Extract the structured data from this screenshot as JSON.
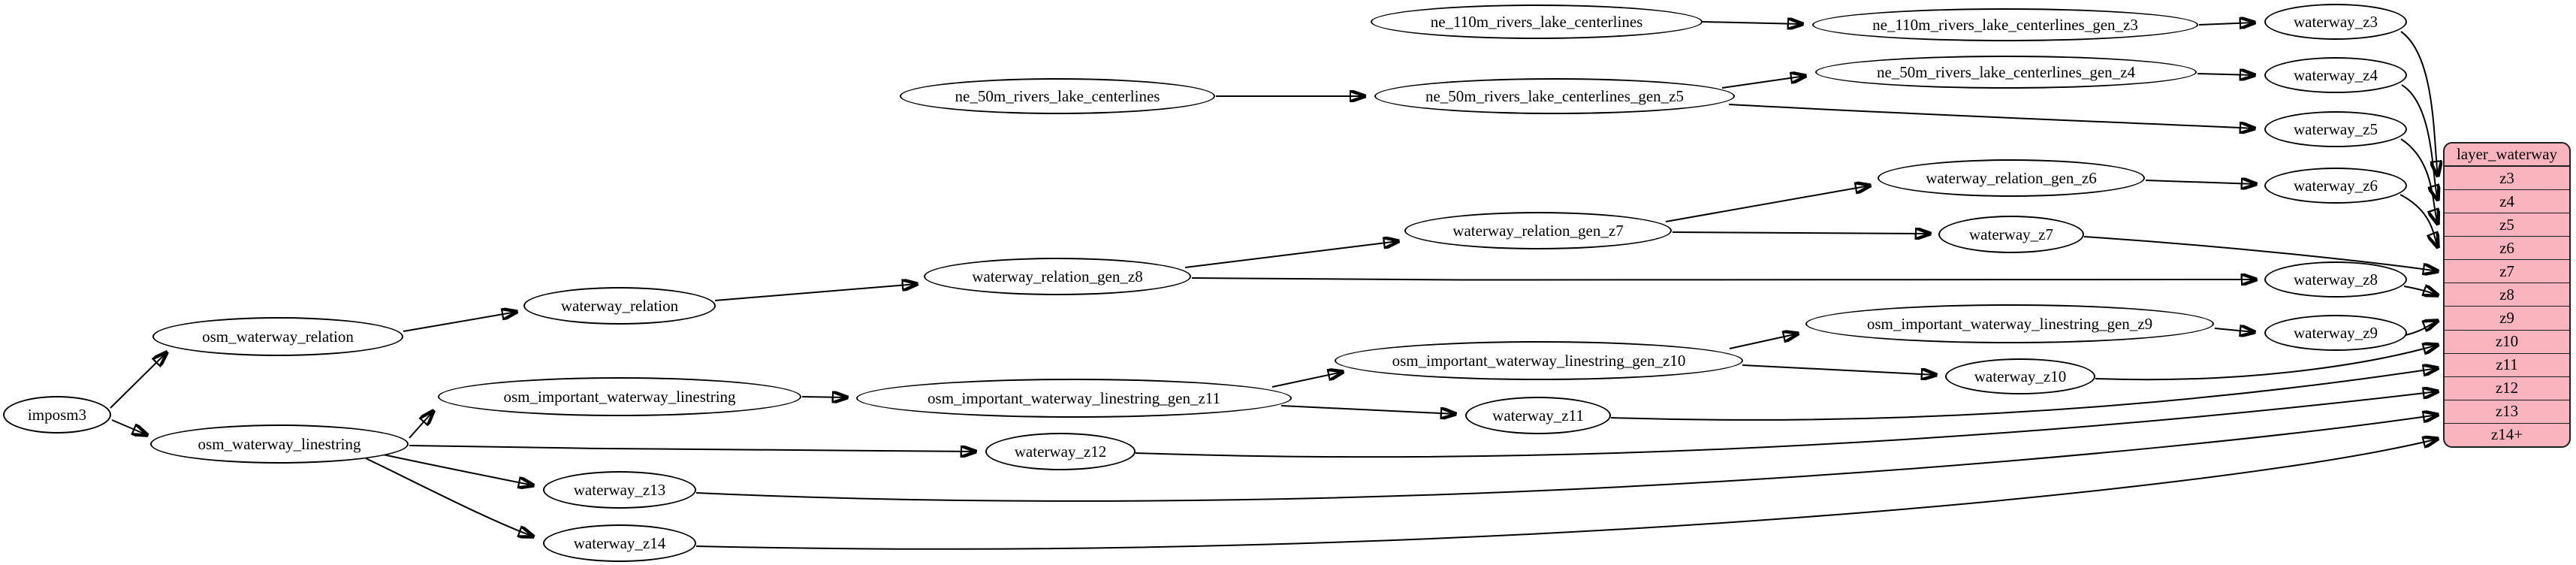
{
  "diagram": {
    "kind": "graphviz-dependency-graph",
    "description": "ETL mapping graph for the waterway layer: imposm3 and Natural Earth sources flow through generalized tables into waterway_z3..z14 views feeding layer_waterway zoom rows"
  },
  "nodes": {
    "imposm3": "imposm3",
    "osm_waterway_relation": "osm_waterway_relation",
    "osm_waterway_linestring": "osm_waterway_linestring",
    "waterway_relation": "waterway_relation",
    "osm_important_waterway_linestring": "osm_important_waterway_linestring",
    "waterway_relation_gen_z8": "waterway_relation_gen_z8",
    "waterway_relation_gen_z7": "waterway_relation_gen_z7",
    "waterway_relation_gen_z6": "waterway_relation_gen_z6",
    "osm_important_waterway_linestring_gen_z11": "osm_important_waterway_linestring_gen_z11",
    "osm_important_waterway_linestring_gen_z10": "osm_important_waterway_linestring_gen_z10",
    "osm_important_waterway_linestring_gen_z9": "osm_important_waterway_linestring_gen_z9",
    "ne_110m_rivers_lake_centerlines": "ne_110m_rivers_lake_centerlines",
    "ne_110m_rivers_lake_centerlines_gen_z3": "ne_110m_rivers_lake_centerlines_gen_z3",
    "ne_50m_rivers_lake_centerlines": "ne_50m_rivers_lake_centerlines",
    "ne_50m_rivers_lake_centerlines_gen_z5": "ne_50m_rivers_lake_centerlines_gen_z5",
    "ne_50m_rivers_lake_centerlines_gen_z4": "ne_50m_rivers_lake_centerlines_gen_z4",
    "waterway_z3": "waterway_z3",
    "waterway_z4": "waterway_z4",
    "waterway_z5": "waterway_z5",
    "waterway_z6": "waterway_z6",
    "waterway_z7": "waterway_z7",
    "waterway_z8": "waterway_z8",
    "waterway_z9": "waterway_z9",
    "waterway_z10": "waterway_z10",
    "waterway_z11": "waterway_z11",
    "waterway_z12": "waterway_z12",
    "waterway_z13": "waterway_z13",
    "waterway_z14": "waterway_z14"
  },
  "table": {
    "title": "layer_waterway",
    "rows": [
      "z3",
      "z4",
      "z5",
      "z6",
      "z7",
      "z8",
      "z9",
      "z10",
      "z11",
      "z12",
      "z13",
      "z14+"
    ]
  },
  "edges": [
    [
      "imposm3",
      "osm_waterway_relation"
    ],
    [
      "imposm3",
      "osm_waterway_linestring"
    ],
    [
      "osm_waterway_relation",
      "waterway_relation"
    ],
    [
      "waterway_relation",
      "waterway_relation_gen_z8"
    ],
    [
      "waterway_relation_gen_z8",
      "waterway_relation_gen_z7"
    ],
    [
      "waterway_relation_gen_z8",
      "waterway_z8"
    ],
    [
      "waterway_relation_gen_z7",
      "waterway_relation_gen_z6"
    ],
    [
      "waterway_relation_gen_z7",
      "waterway_z7"
    ],
    [
      "waterway_relation_gen_z6",
      "waterway_z6"
    ],
    [
      "osm_waterway_linestring",
      "osm_important_waterway_linestring"
    ],
    [
      "osm_waterway_linestring",
      "waterway_z12"
    ],
    [
      "osm_waterway_linestring",
      "waterway_z13"
    ],
    [
      "osm_waterway_linestring",
      "waterway_z14"
    ],
    [
      "osm_important_waterway_linestring",
      "osm_important_waterway_linestring_gen_z11"
    ],
    [
      "osm_important_waterway_linestring_gen_z11",
      "osm_important_waterway_linestring_gen_z10"
    ],
    [
      "osm_important_waterway_linestring_gen_z11",
      "waterway_z11"
    ],
    [
      "osm_important_waterway_linestring_gen_z10",
      "osm_important_waterway_linestring_gen_z9"
    ],
    [
      "osm_important_waterway_linestring_gen_z10",
      "waterway_z10"
    ],
    [
      "osm_important_waterway_linestring_gen_z9",
      "waterway_z9"
    ],
    [
      "ne_110m_rivers_lake_centerlines",
      "ne_110m_rivers_lake_centerlines_gen_z3"
    ],
    [
      "ne_110m_rivers_lake_centerlines_gen_z3",
      "waterway_z3"
    ],
    [
      "ne_50m_rivers_lake_centerlines",
      "ne_50m_rivers_lake_centerlines_gen_z5"
    ],
    [
      "ne_50m_rivers_lake_centerlines_gen_z5",
      "ne_50m_rivers_lake_centerlines_gen_z4"
    ],
    [
      "ne_50m_rivers_lake_centerlines_gen_z5",
      "waterway_z5"
    ],
    [
      "ne_50m_rivers_lake_centerlines_gen_z4",
      "waterway_z4"
    ],
    [
      "waterway_z3",
      "layer_waterway.z3"
    ],
    [
      "waterway_z4",
      "layer_waterway.z4"
    ],
    [
      "waterway_z5",
      "layer_waterway.z5"
    ],
    [
      "waterway_z6",
      "layer_waterway.z6"
    ],
    [
      "waterway_z7",
      "layer_waterway.z7"
    ],
    [
      "waterway_z8",
      "layer_waterway.z8"
    ],
    [
      "waterway_z9",
      "layer_waterway.z9"
    ],
    [
      "waterway_z10",
      "layer_waterway.z10"
    ],
    [
      "waterway_z11",
      "layer_waterway.z11"
    ],
    [
      "waterway_z12",
      "layer_waterway.z12"
    ],
    [
      "waterway_z13",
      "layer_waterway.z13"
    ],
    [
      "waterway_z14",
      "layer_waterway.z14+"
    ]
  ],
  "colors": {
    "background": "#FFFFFF",
    "node_fill": "#FFFFFF",
    "node_border": "#000000",
    "edge": "#000000",
    "table_fill": "#FAB4BE",
    "table_border": "#1F1F1F"
  }
}
